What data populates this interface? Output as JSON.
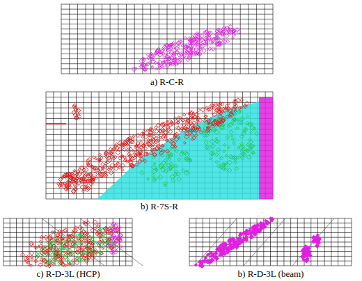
{
  "diagram": {
    "labels": [
      "a) R-C-R",
      "b) R-7S-R",
      "c) R-D-3L (HCP)",
      "b) R-D-3L (beam)"
    ]
  }
}
